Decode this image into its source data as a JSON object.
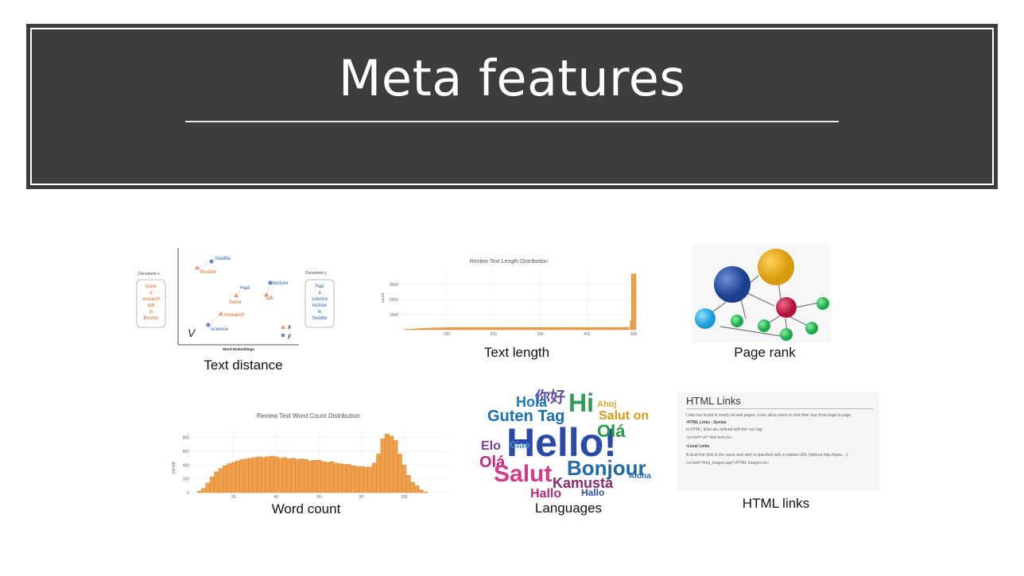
{
  "slide": {
    "title": "Meta features"
  },
  "figures": [
    {
      "id": "text-distance",
      "caption": "Text distance"
    },
    {
      "id": "text-length",
      "caption": "Text length"
    },
    {
      "id": "page-rank",
      "caption": "Page rank"
    },
    {
      "id": "word-count",
      "caption": "Word count"
    },
    {
      "id": "languages",
      "caption": "Languages"
    },
    {
      "id": "html-links",
      "caption": "HTML links"
    }
  ],
  "text_distance": {
    "doc_x_label": "Document x",
    "doc_y_label": "Document y",
    "doc_x_words": [
      "Gave",
      "a",
      "research",
      "talk",
      "in",
      "Boston"
    ],
    "doc_y_words": [
      "Had",
      "a",
      "science",
      "lecture",
      "in",
      "Seattle"
    ],
    "points": [
      "Seattle",
      "Boston",
      "Had",
      "lecture",
      "Gave",
      "talk",
      "research",
      "science"
    ],
    "axis_label": "Word Embeddings",
    "space_symbol": "V",
    "legend": [
      "x",
      "y"
    ]
  },
  "text_length_chart": {
    "title": "Review Text Length Distribution",
    "ylabel": "count",
    "yticks": [
      "3000",
      "2000",
      "1000"
    ],
    "xticks": [
      "100",
      "200",
      "300",
      "400",
      "500"
    ]
  },
  "word_count_chart": {
    "title": "Review Text Word Count Distribution",
    "ylabel": "count",
    "yticks": [
      "800",
      "600",
      "400",
      "200",
      "0"
    ],
    "xticks": [
      "20",
      "40",
      "60",
      "80",
      "100"
    ]
  },
  "chart_data": [
    {
      "type": "bar",
      "title": "Review Text Length Distribution",
      "xlabel": "",
      "ylabel": "count",
      "xlim": [
        0,
        510
      ],
      "ylim": [
        0,
        4000
      ],
      "x": [
        15,
        25,
        35,
        45,
        55,
        65,
        75,
        85,
        95,
        105,
        115,
        125,
        135,
        145,
        155,
        165,
        175,
        185,
        195,
        205,
        215,
        225,
        235,
        245,
        255,
        265,
        275,
        285,
        295,
        305,
        315,
        325,
        335,
        345,
        355,
        365,
        375,
        385,
        395,
        405,
        415,
        425,
        435,
        445,
        455,
        465,
        475,
        485,
        495,
        500
      ],
      "values": [
        30,
        40,
        60,
        80,
        100,
        110,
        120,
        130,
        140,
        140,
        145,
        150,
        150,
        150,
        150,
        155,
        150,
        155,
        150,
        150,
        150,
        150,
        150,
        150,
        150,
        150,
        150,
        150,
        150,
        150,
        150,
        150,
        150,
        150,
        150,
        150,
        150,
        150,
        150,
        150,
        150,
        150,
        150,
        150,
        150,
        150,
        150,
        160,
        600,
        3700
      ]
    },
    {
      "type": "bar",
      "title": "Review Text Word Count Distribution",
      "xlabel": "",
      "ylabel": "count",
      "xlim": [
        0,
        120
      ],
      "ylim": [
        0,
        900
      ],
      "x": [
        4,
        6,
        8,
        10,
        12,
        14,
        16,
        18,
        20,
        22,
        24,
        26,
        28,
        30,
        32,
        34,
        36,
        38,
        40,
        42,
        44,
        46,
        48,
        50,
        52,
        54,
        56,
        58,
        60,
        62,
        64,
        66,
        68,
        70,
        72,
        74,
        76,
        78,
        80,
        82,
        84,
        86,
        88,
        90,
        92,
        94,
        96,
        98,
        100,
        102,
        104,
        106,
        108,
        110
      ],
      "values": [
        20,
        60,
        140,
        230,
        300,
        350,
        390,
        420,
        440,
        460,
        480,
        490,
        500,
        510,
        520,
        510,
        520,
        530,
        520,
        500,
        510,
        490,
        500,
        480,
        490,
        480,
        460,
        470,
        470,
        450,
        440,
        450,
        430,
        420,
        410,
        410,
        390,
        380,
        380,
        370,
        370,
        430,
        560,
        780,
        850,
        820,
        760,
        560,
        400,
        250,
        150,
        100,
        40,
        10
      ]
    }
  ],
  "languages_words": [
    "Hello!",
    "Hi",
    "Bonjour",
    "Salut",
    "Hola",
    "Olá",
    "Guten Tag",
    "你好",
    "Ciao",
    "Aloha",
    "Hallo",
    "Kamusta",
    "Salut on",
    "Ahoj",
    "Elo"
  ],
  "html_links": {
    "heading": "HTML Links",
    "lines": [
      "Links are found in nearly all web pages. Links allow users to click their way from page to page.",
      "•HTML Links - Syntax",
      "In HTML, links are defined with the <a> tag:",
      "<a href=\"url\">link text</a>",
      "•Local Links",
      "A local link (link to the same web site) is specified with a relative URL (without http://www....).",
      "<a href=\"html_images.asp\">HTML Images</a>"
    ]
  },
  "colors": {
    "banner": "#3d3d3d",
    "bar_orange": "#f0a04b",
    "bar_edge": "#c97c2a",
    "doc_orange": "#d2691e",
    "doc_blue": "#2f5fa8"
  }
}
